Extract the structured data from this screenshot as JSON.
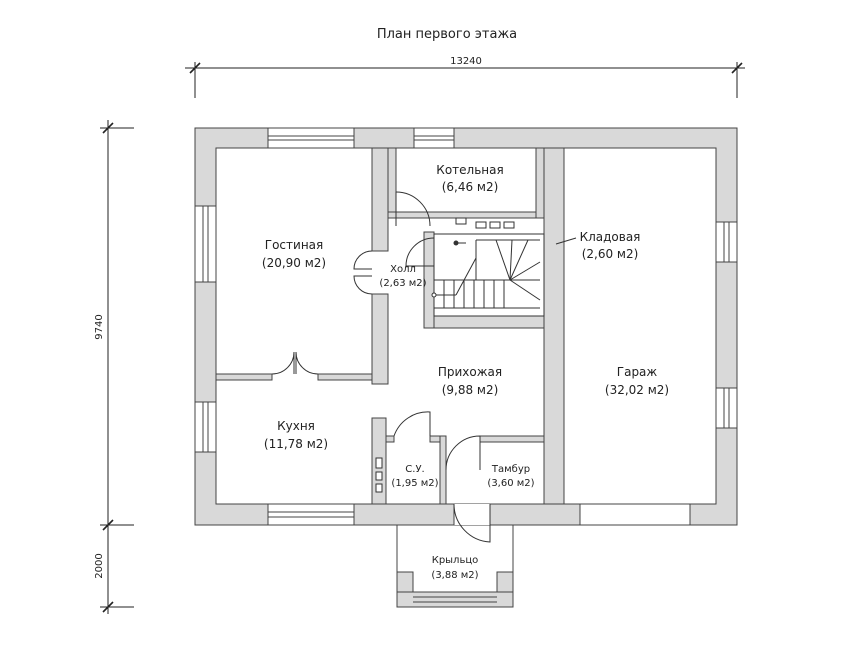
{
  "title": "План первого этажа",
  "dimensions": {
    "width_label": "13240",
    "height_label": "9740",
    "porch_label": "2000"
  },
  "rooms": [
    {
      "name": "Котельная",
      "area": "(6,46 м2)"
    },
    {
      "name": "Кладовая",
      "area": "(2,60 м2)"
    },
    {
      "name": "Гостиная",
      "area": "(20,90 м2)"
    },
    {
      "name": "Холл",
      "area": "(2,63 м2)"
    },
    {
      "name": "Прихожая",
      "area": "(9,88 м2)"
    },
    {
      "name": "Гараж",
      "area": "(32,02 м2)"
    },
    {
      "name": "Кухня",
      "area": "(11,78 м2)"
    },
    {
      "name": "С.У.",
      "area": "(1,95 м2)"
    },
    {
      "name": "Тамбур",
      "area": "(3,60 м2)"
    },
    {
      "name": "Крыльцо",
      "area": "(3,88 м2)"
    }
  ]
}
